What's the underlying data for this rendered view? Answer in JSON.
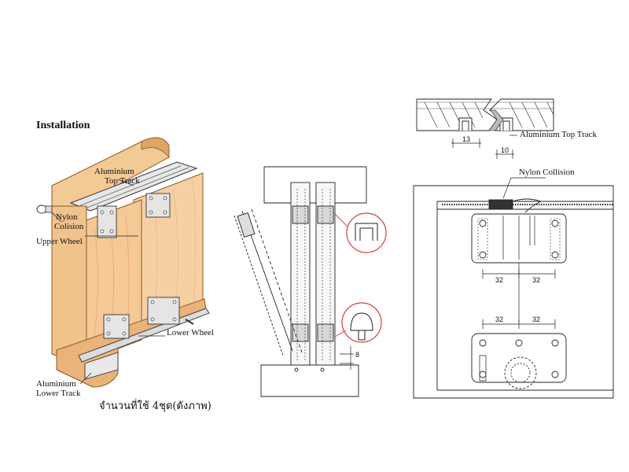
{
  "title": "Installation",
  "caption": "จำนวนที่ใช้ 4ชุด(ดังภาพ)",
  "labels": {
    "top_track_line1": "Aluminium",
    "top_track_line2": "Top Track",
    "nylon_line1": "Nylon",
    "nylon_line2": "Colision",
    "upper_wheel": "Upper Wheel",
    "lower_wheel": "Lower Wheel",
    "lower_track_line1": "Aluminium",
    "lower_track_line2": "Lower Track",
    "right_top_track": "Aluminium Top Track",
    "nylon_collision": "Nylon Collision"
  },
  "dimensions": {
    "d13": "13",
    "d10": "10",
    "d32_a": "32",
    "d32_b": "32",
    "d32_c": "32",
    "d32_d": "32",
    "d8": "8"
  },
  "colors": {
    "wood_light": "#f6d3a6",
    "wood_mid": "#ecb67d",
    "wood_dark": "#d79a5a",
    "line": "#222222",
    "accent_red": "#d94040"
  }
}
